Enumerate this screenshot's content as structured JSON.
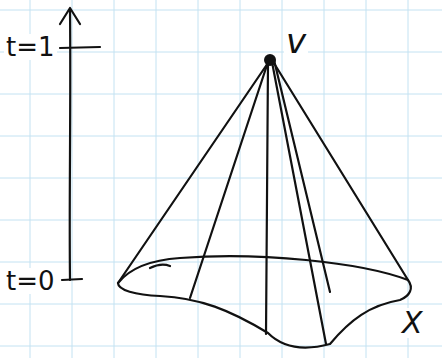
{
  "diagram": {
    "labels": [
      "t=1",
      "t=0",
      "v",
      "X"
    ]
  }
}
